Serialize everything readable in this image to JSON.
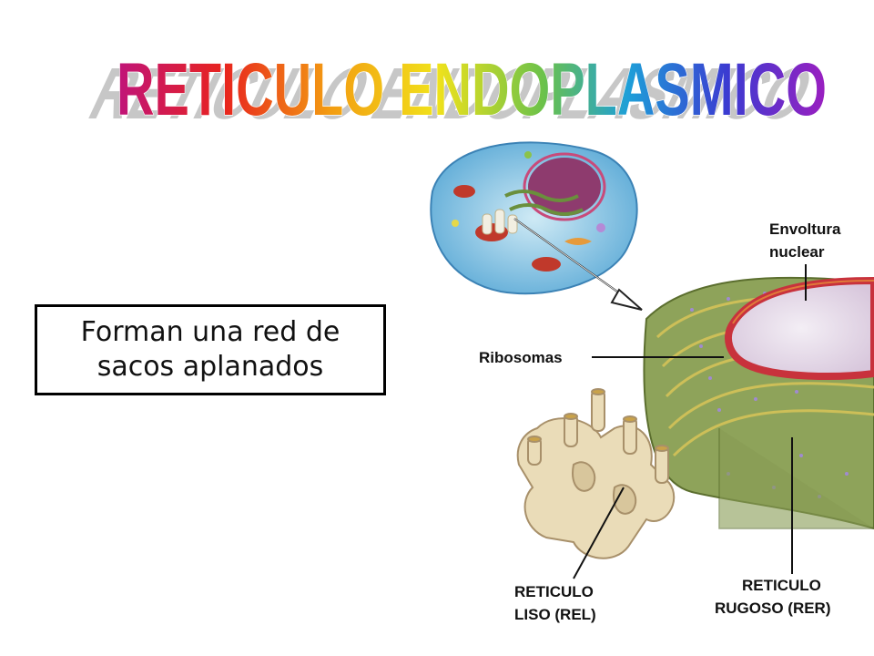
{
  "title": "RETICULO ENDOPLASMICO",
  "textbox": {
    "line1": "Forman una red de",
    "line2": "sacos aplanados"
  },
  "labels": {
    "envoltura_1": "Envoltura",
    "envoltura_2": "nuclear",
    "ribosomas": "Ribosomas",
    "rel_1": "RETICULO",
    "rel_2": "LISO (REL)",
    "rer_1": "RETICULO",
    "rer_2": "RUGOSO (RER)"
  },
  "colors": {
    "title_gradient": [
      "#c0147a",
      "#e8231e",
      "#f39c12",
      "#f1e21b",
      "#6cc24a",
      "#1e9fd8",
      "#3b3bd1",
      "#9b1fc0"
    ],
    "rer_green": "#8ea35a",
    "rel_cream": "#eadcb8",
    "nucleus_red": "#c8323c"
  }
}
